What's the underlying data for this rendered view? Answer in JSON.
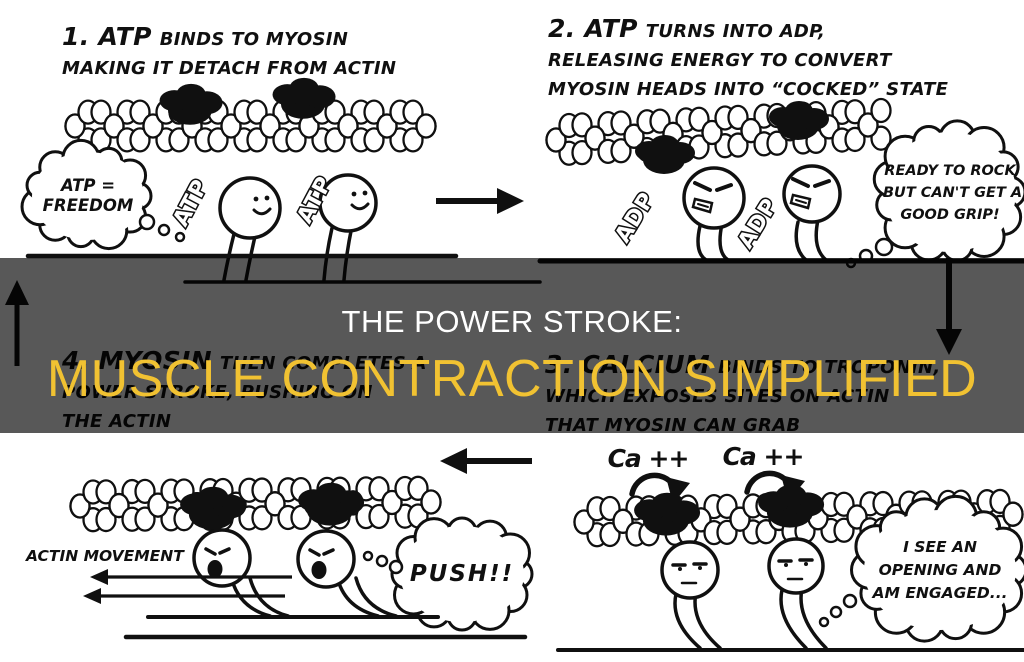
{
  "banner": {
    "supertitle": "THE POWER STROKE:",
    "title": "MUSCLE CONTRACTION SIMPLIFIED",
    "supertitle_color": "#ffffff",
    "title_color": "#f1c232",
    "overlay_color": "#000000"
  },
  "panels": {
    "p1": {
      "title_lead": "1. ATP",
      "title_rest": "BINDS TO MYOSIN",
      "title_lines": [
        "MAKING IT DETACH FROM ACTIN"
      ],
      "bubble_lines": [
        "ATP =",
        "FREEDOM"
      ],
      "sign1": "ATP",
      "sign2": "ATP"
    },
    "p2": {
      "title_lead": "2. ATP",
      "title_rest": "TURNS INTO ADP,",
      "title_lines": [
        "RELEASING ENERGY TO CONVERT",
        "MYOSIN HEADS INTO “COCKED” STATE"
      ],
      "bubble_lines": [
        "READY TO ROCK",
        "BUT CAN'T GET A",
        "GOOD GRIP!"
      ],
      "sign1": "ADP",
      "sign2": "ADP"
    },
    "p3": {
      "title_lead": "3. CALCIUM",
      "title_rest": "BINDS TO TROPONIN,",
      "title_lines": [
        "WHICH EXPOSES SITES ON ACTIN",
        "THAT MYOSIN CAN GRAB"
      ],
      "bubble_lines": [
        "I SEE AN",
        "OPENING AND",
        "AM ENGAGED..."
      ],
      "ca_label_1": "Ca ++",
      "ca_label_2": "Ca ++"
    },
    "p4": {
      "title_lead": "4. MYOSIN",
      "title_rest": "THEN COMPLETES A",
      "title_lines": [
        "POWER STROKE, PUSHING ON",
        "THE ACTIN"
      ],
      "bubble_lines": [
        "PUSH!!"
      ],
      "movement_label": "ACTIN MOVEMENT"
    }
  }
}
